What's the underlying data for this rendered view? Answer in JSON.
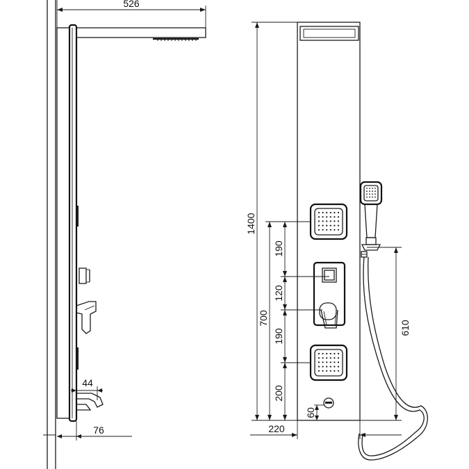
{
  "dimensions": {
    "overall_projection": "526",
    "total_height": "1400",
    "jet_upper_spacing": "190",
    "valve_spacing": "120",
    "jet_lower_spacing": "190",
    "lower_jet_to_base": "200",
    "combined_height": "700",
    "spout_offset": "44",
    "wall_offset": "76",
    "panel_width": "220",
    "outlet_height": "60",
    "slide_bar_height": "610"
  },
  "colors": {
    "line": "#1a1a1a",
    "background": "#ffffff"
  }
}
